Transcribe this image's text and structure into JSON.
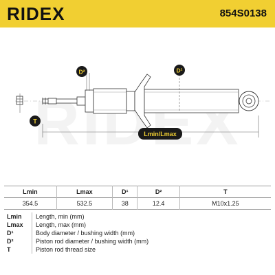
{
  "header": {
    "brand": "RIDEX",
    "part_number": "854S0138"
  },
  "diagram": {
    "watermark": "RIDEX",
    "labels": {
      "d2": "D²",
      "d1": "D¹",
      "t": "T",
      "length": "Lmin/Lmax"
    },
    "accent_color": "#f1cf32"
  },
  "specs": {
    "headers": [
      "Lmin",
      "Lmax",
      "D¹",
      "D²",
      "T"
    ],
    "values": [
      "354.5",
      "532.5",
      "38",
      "12.4",
      "M10x1.25"
    ]
  },
  "legend": [
    {
      "symbol": "Lmin",
      "description": "Length, min (mm)"
    },
    {
      "symbol": "Lmax",
      "description": "Length, max (mm)"
    },
    {
      "symbol": "D¹",
      "description": "Body diameter / bushing width (mm)"
    },
    {
      "symbol": "D²",
      "description": "Piston rod diameter / bushing width (mm)"
    },
    {
      "symbol": "T",
      "description": "Piston rod thread size"
    }
  ]
}
